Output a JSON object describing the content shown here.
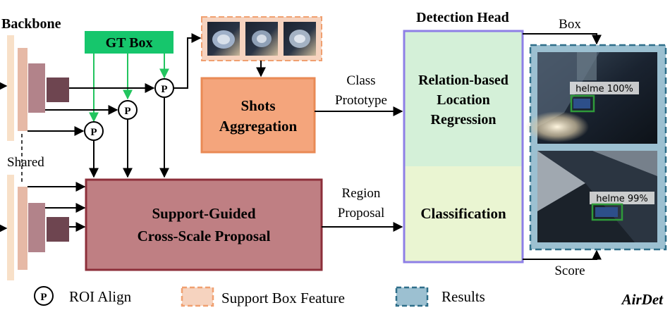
{
  "labels": {
    "backbone": "Backbone",
    "shared": "Shared",
    "gt_box": "GT Box",
    "roi_symbol": "P",
    "shots_aggregation_line1": "Shots",
    "shots_aggregation_line2": "Aggregation",
    "class_prototype_line1": "Class",
    "class_prototype_line2": "Prototype",
    "region_proposal_line1": "Region",
    "region_proposal_line2": "Proposal",
    "proposal_line1": "Support-Guided",
    "proposal_line2": "Cross-Scale Proposal",
    "detection_head": "Detection Head",
    "regression_line1": "Relation-based",
    "regression_line2": "Location",
    "regression_line3": "Regression",
    "classification": "Classification",
    "box": "Box",
    "score": "Score"
  },
  "results": [
    {
      "label": "helme 100%"
    },
    {
      "label": "helme 99%"
    }
  ],
  "legend": {
    "roi_symbol": "P",
    "roi_align": "ROI Align",
    "support_box_feature": "Support Box Feature",
    "results": "Results"
  },
  "brand": "AirDet",
  "colors": {
    "gt_box": "#16c66c",
    "gt_arrow": "#22c45e",
    "shots_fill": "#f4a57c",
    "shots_border": "#e98a55",
    "support_dash": "#f0a070",
    "support_fill": "#f6d3bf",
    "proposal_fill": "#bf7f83",
    "proposal_border": "#8c2f3a",
    "head_border": "#8e7fe6",
    "regression_fill": "#d4f0d8",
    "classification_fill": "#eaf5d2",
    "results_fill": "#9cc0d1",
    "results_dash": "#2f6f8a",
    "backbone_1": "#f8e0c8",
    "backbone_2": "#e6b9a6",
    "backbone_3": "#b2838a",
    "backbone_4": "#6e4550",
    "detection_box": "#2f9a3a"
  }
}
